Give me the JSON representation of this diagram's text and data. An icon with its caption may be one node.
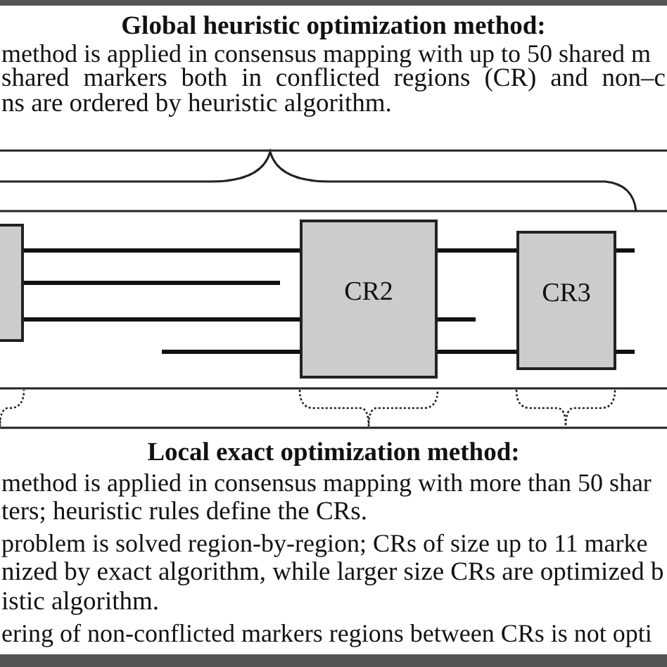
{
  "diagram": {
    "nodes": [
      {
        "text": [],
        "shape": "box"
      },
      {
        "text": [
          "CR2"
        ]
      },
      {
        "text": [
          "CR3"
        ]
      }
    ],
    "edges": [
      {
        "from": 0,
        "to": 1,
        "arrow": "none"
      },
      {
        "from": 1,
        "to": 2,
        "arrow": "none"
      },
      {
        "from": 2,
        "to": null,
        "arrow": "none"
      },
      {
        "from": 0,
        "to": null,
        "arrow": "none"
      },
      {
        "from": 0,
        "to": 1,
        "arrow": "none"
      },
      {
        "from": 1,
        "to": null,
        "arrow": "none"
      },
      {
        "from": null,
        "to": 1,
        "arrow": "none"
      },
      {
        "from": 1,
        "to": 2,
        "arrow": "none"
      },
      {
        "from": 2,
        "to": null,
        "arrow": "none"
      }
    ],
    "labels": [
      "Global heuristic optimization method:",
      "method is applied in consensus mapping with up to 50 shared m",
      "shared markers both in conflicted regions (CR) and non–c",
      "ns are ordered by heuristic algorithm.",
      "Local exact optimization method:",
      "method is applied in consensus mapping with more than 50 shar",
      "ters; heuristic rules define the CRs.",
      "problem is solved region-by-region; CRs of size up to 11 marke",
      "nized by exact algorithm, while larger size CRs are optimized b",
      "istic algorithm.",
      "ering of non-conflicted markers regions between CRs is not opti"
    ]
  }
}
